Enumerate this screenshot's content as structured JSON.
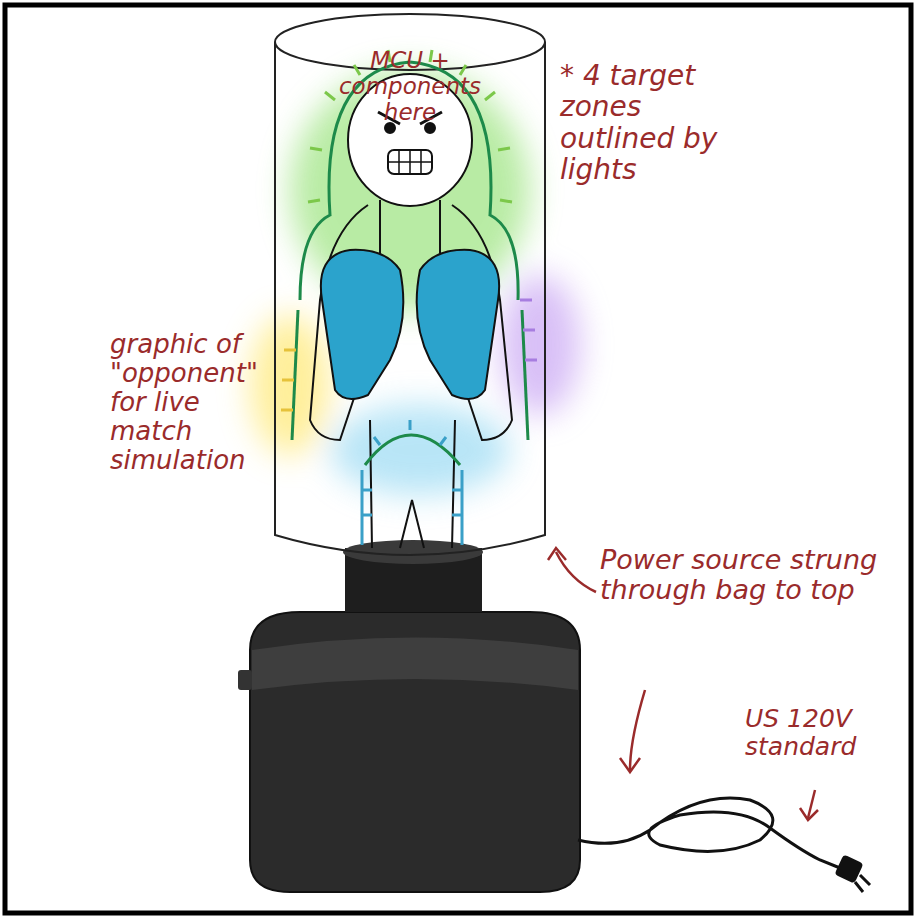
{
  "diagram": {
    "labels": [
      "MCU + components here",
      "* 4 target zones outlined by lights",
      "graphic of \"opponent\" for live match simulation",
      "Power source strung through bag to top",
      "US 120V standard"
    ]
  }
}
